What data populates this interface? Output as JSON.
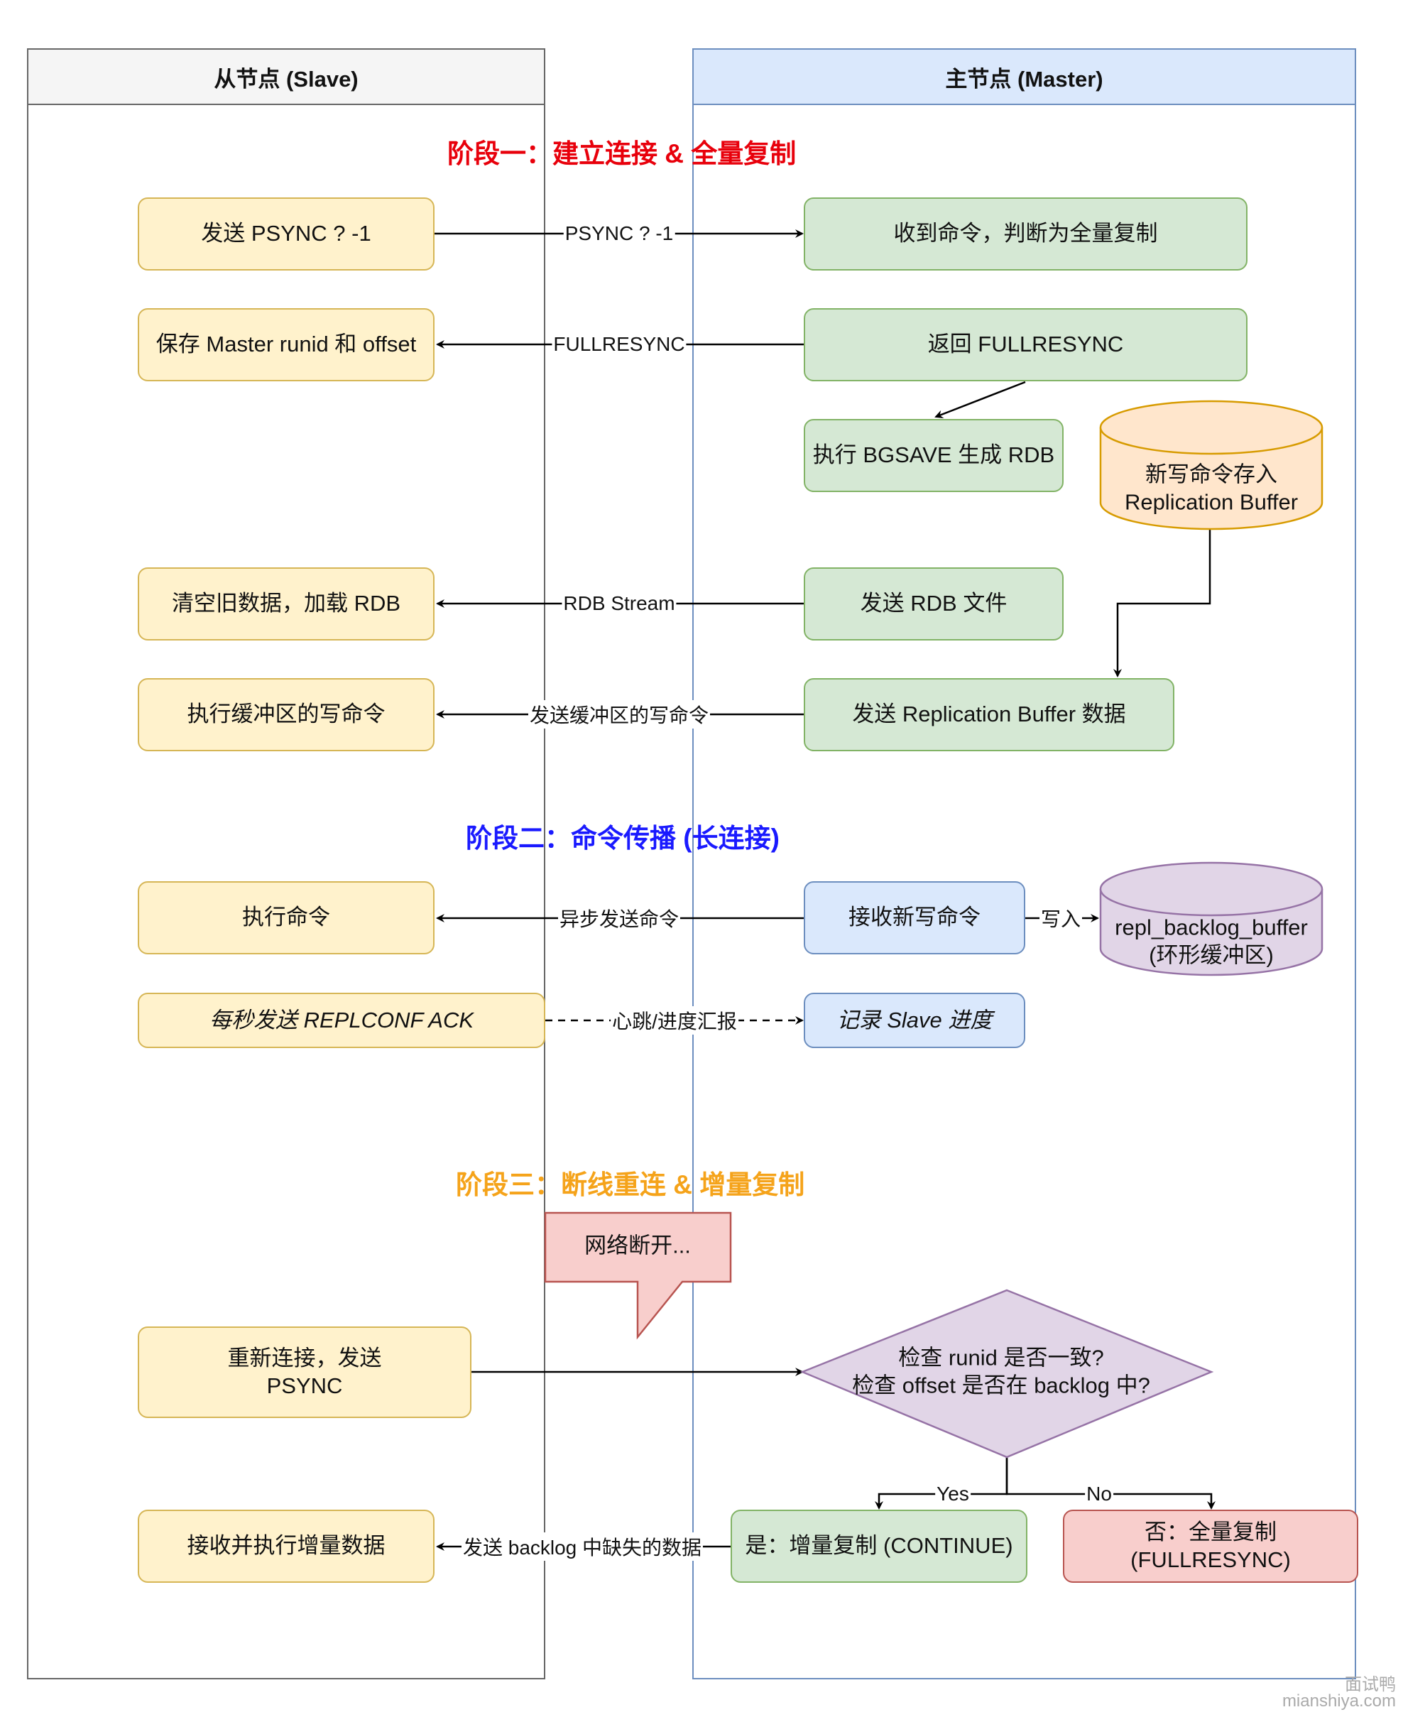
{
  "lanes": {
    "slave": "从节点 (Slave)",
    "master": "主节点 (Master)"
  },
  "phases": {
    "p1": "阶段一：建立连接 & 全量复制",
    "p2": "阶段二：命令传播 (长连接)",
    "p3": "阶段三：断线重连 & 增量复制"
  },
  "colors": {
    "phase1": "#e8000b",
    "phase2": "#1a1aff",
    "phase3": "#f5a31a",
    "slave_fill": "#fff2cc",
    "master_fill": "#d5e8d4",
    "blue_fill": "#dae8fc",
    "purple_fill": "#e1d5e7",
    "red_fill": "#f8cecc"
  },
  "slave_nodes": {
    "send_psync": "发送 PSYNC ? -1",
    "save_runid": "保存 Master runid 和 offset",
    "clear_load": "清空旧数据，加载 RDB",
    "exec_buffer": "执行缓冲区的写命令",
    "exec_cmd": "执行命令",
    "send_ack": "每秒发送 REPLCONF ACK",
    "reconnect_l1": "重新连接，发送",
    "reconnect_l2": "PSYNC",
    "recv_incr": "接收并执行增量数据"
  },
  "master_nodes": {
    "recv_judge": "收到命令，判断为全量复制",
    "return_full": "返回 FULLRESYNC",
    "bgsave": "执行 BGSAVE 生成 RDB",
    "repl_buf_l1": "新写命令存入",
    "repl_buf_l2": "Replication Buffer",
    "send_rdb": "发送 RDB 文件",
    "send_repl": "发送 Replication Buffer 数据",
    "recv_write": "接收新写命令",
    "backlog_l1": "repl_backlog_buffer",
    "backlog_l2": "(环形缓冲区)",
    "record_progress": "记录 Slave 进度",
    "check_l1": "检查 runid 是否一致?",
    "check_l2": "检查 offset 是否在 backlog 中?",
    "yes_continue": "是：增量复制 (CONTINUE)",
    "no_l1": "否：全量复制",
    "no_l2": "(FULLRESYNC)"
  },
  "network": "网络断开...",
  "edge_labels": {
    "psync": "PSYNC ? -1",
    "fullresync": "FULLRESYNC",
    "rdb_stream": "RDB Stream",
    "send_buffer": "发送缓冲区的写命令",
    "async_send": "异步发送命令",
    "write_in": "写入",
    "heartbeat": "心跳/进度汇报",
    "yes": "Yes",
    "no": "No",
    "send_backlog": "发送 backlog 中缺失的数据"
  },
  "watermark": {
    "l1": "面试鸭",
    "l2": "mianshiya.com"
  }
}
